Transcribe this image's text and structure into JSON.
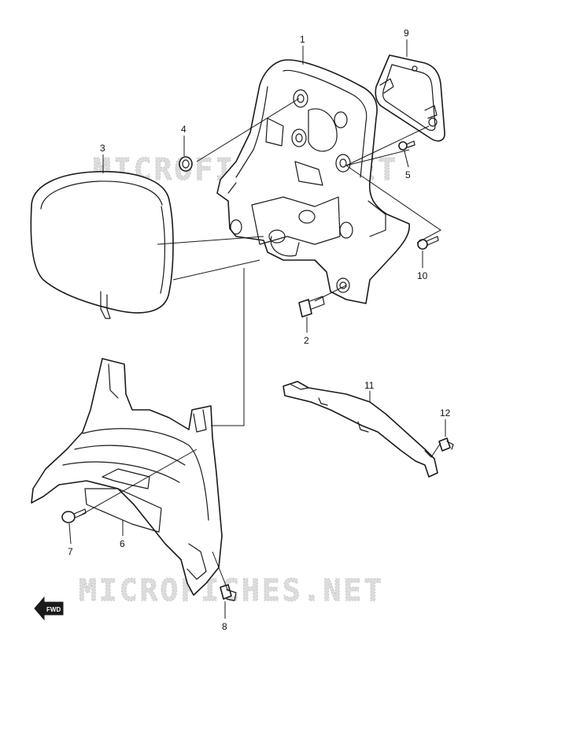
{
  "watermark": {
    "text": "MICROFICHES.NET"
  },
  "callouts": [
    {
      "id": "1",
      "label": "1"
    },
    {
      "id": "2",
      "label": "2"
    },
    {
      "id": "3",
      "label": "3"
    },
    {
      "id": "4",
      "label": "4"
    },
    {
      "id": "5",
      "label": "5"
    },
    {
      "id": "6",
      "label": "6"
    },
    {
      "id": "7",
      "label": "7"
    },
    {
      "id": "8",
      "label": "8"
    },
    {
      "id": "9",
      "label": "9"
    },
    {
      "id": "10",
      "label": "10"
    },
    {
      "id": "11",
      "label": "11"
    },
    {
      "id": "12",
      "label": "12"
    }
  ],
  "fwd_badge": {
    "text": "FWD"
  },
  "colors": {
    "line": "#1a1a1a",
    "watermark": "#dcdcdc",
    "background": "#ffffff"
  }
}
